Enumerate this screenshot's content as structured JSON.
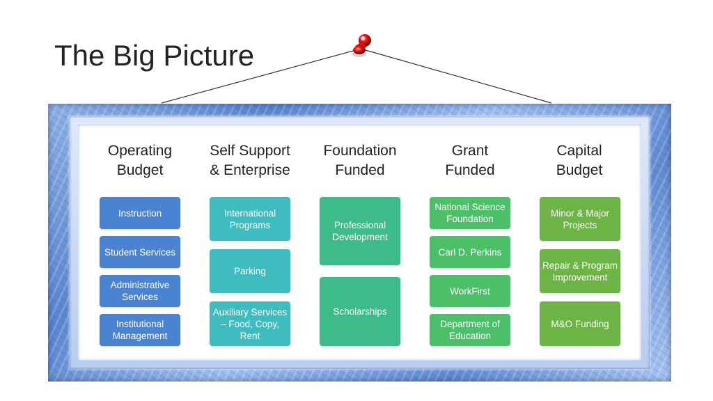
{
  "title": "The Big Picture",
  "colors": {
    "operating": "#4a83d2",
    "self_support": "#3fbcc0",
    "foundation": "#3dbb8b",
    "grant": "#4cbf69",
    "capital": "#6cb446"
  },
  "columns": [
    {
      "header": "Operating\nBudget",
      "boxes": [
        "Instruction",
        "Student Services",
        "Administrative Services",
        "Institutional Management"
      ]
    },
    {
      "header": "Self Support\n& Enterprise",
      "boxes": [
        "International Programs",
        "Parking",
        "Auxiliary Services – Food, Copy, Rent"
      ]
    },
    {
      "header": "Foundation\nFunded",
      "boxes": [
        "Professional Development",
        "Scholarships"
      ]
    },
    {
      "header": "Grant\nFunded",
      "boxes": [
        "National Science Foundation",
        "Carl D. Perkins",
        "WorkFirst",
        "Department of Education"
      ]
    },
    {
      "header": "Capital\nBudget",
      "boxes": [
        "Minor & Major Projects",
        "Repair & Program Improvement",
        "M&O Funding"
      ]
    }
  ]
}
